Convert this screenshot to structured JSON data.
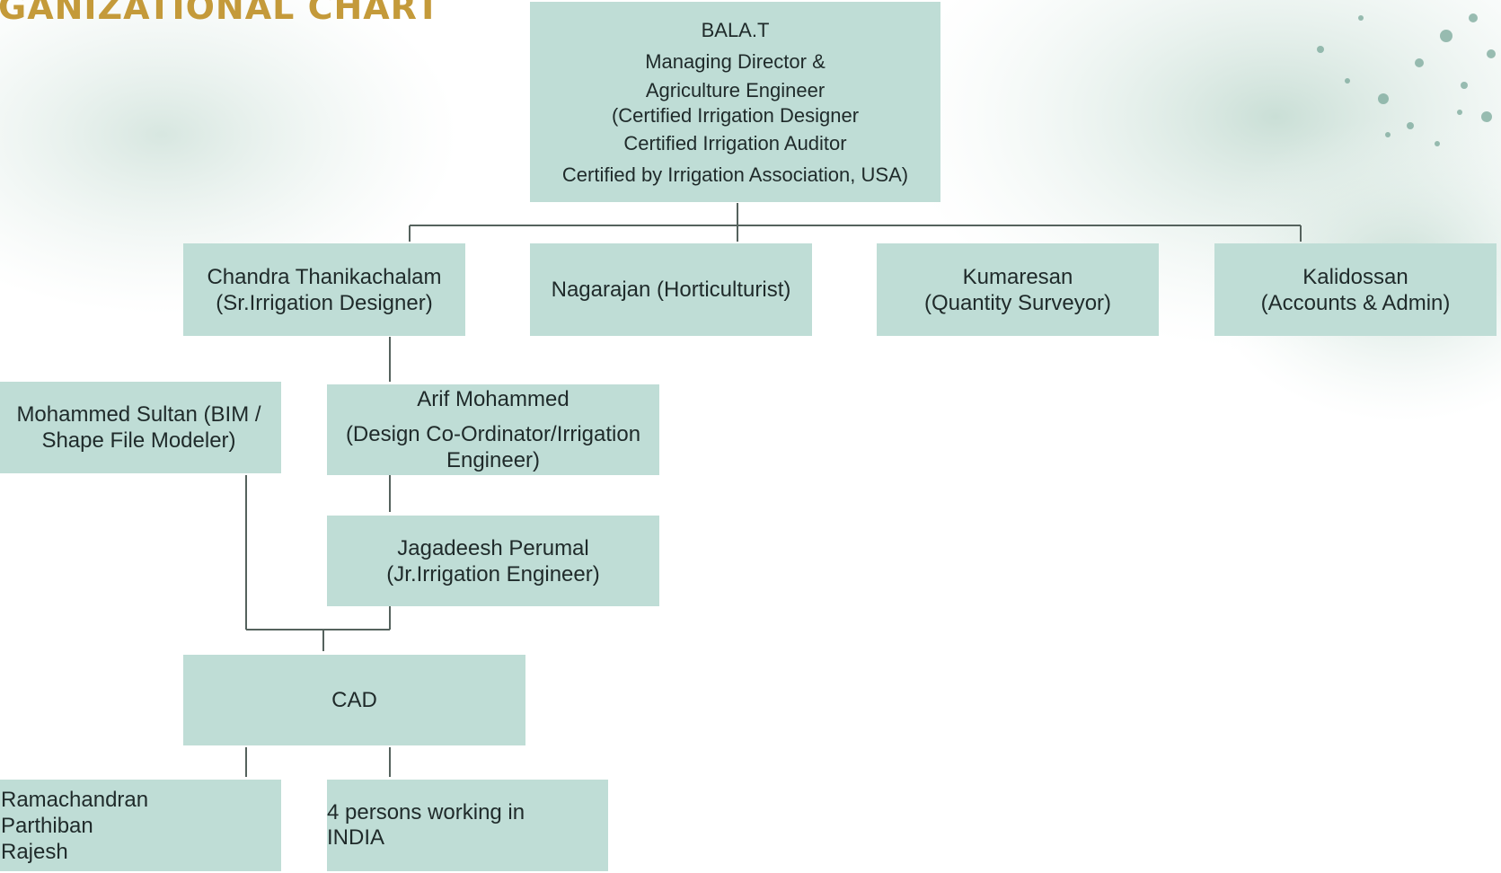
{
  "title": "GANIZATIONAL CHART",
  "colors": {
    "box": "#bfddd6",
    "connector": "#55625d",
    "title": "#c49a3a",
    "text": "#1f2a2a"
  },
  "nodes": {
    "md": {
      "lines": [
        "BALA.T",
        "Managing Director &",
        "Agriculture Engineer",
        "(Certified Irrigation Designer",
        "Certified Irrigation Auditor",
        "Certified by Irrigation Association, USA)"
      ]
    },
    "chandra": {
      "lines": [
        "Chandra Thanikachalam",
        "(Sr.Irrigation Designer)"
      ]
    },
    "nagarajan": {
      "lines": [
        "Nagarajan (Horticulturist)"
      ]
    },
    "kumaresan": {
      "lines": [
        "Kumaresan",
        "(Quantity Surveyor)"
      ]
    },
    "kalidossan": {
      "lines": [
        "Kalidossan",
        "(Accounts & Admin)"
      ]
    },
    "sultan": {
      "lines": [
        "Mohammed Sultan (BIM /",
        "Shape File Modeler)"
      ]
    },
    "arif": {
      "lines": [
        "Arif Mohammed",
        "(Design Co-Ordinator/Irrigation",
        "Engineer)"
      ]
    },
    "jagadeesh": {
      "lines": [
        "Jagadeesh Perumal",
        "(Jr.Irrigation Engineer)"
      ]
    },
    "cad": {
      "lines": [
        "CAD"
      ]
    },
    "cad_team_a": {
      "lines": [
        "Ramachandran",
        "Parthiban",
        "Rajesh"
      ]
    },
    "cad_team_b": {
      "lines": [
        "4 persons working in",
        "INDIA"
      ]
    }
  }
}
